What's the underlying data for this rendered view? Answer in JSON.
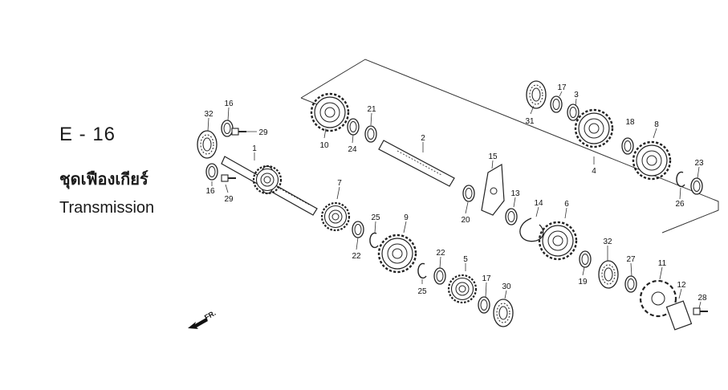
{
  "section": {
    "code": "E - 16",
    "title_thai": "ชุดเฟืองเกียร์",
    "title_en": "Transmission"
  },
  "direction_label": "FR.",
  "callouts": {
    "c1": "1",
    "c2": "2",
    "c3": "3",
    "c4": "4",
    "c5": "5",
    "c6": "6",
    "c7": "7",
    "c8": "8",
    "c9": "9",
    "c10": "10",
    "c11": "11",
    "c12": "12",
    "c13": "13",
    "c14": "14",
    "c15": "15",
    "c16a": "16",
    "c16b": "16",
    "c17a": "17",
    "c17b": "17",
    "c19": "19",
    "c20": "20",
    "c21": "21",
    "c22a": "22",
    "c22b": "22",
    "c23": "23",
    "c24": "24",
    "c25a": "25",
    "c25b": "25",
    "c26": "26",
    "c27": "27",
    "c28": "28",
    "c29a": "29",
    "c29b": "29",
    "c30": "30",
    "c31": "31",
    "c32a": "32",
    "c32b": "32"
  },
  "icons": [
    "gear-icon",
    "bearing-icon",
    "washer-icon",
    "circlip-icon",
    "bolt-icon",
    "sprocket-icon",
    "shaft-icon",
    "arrow-icon"
  ]
}
